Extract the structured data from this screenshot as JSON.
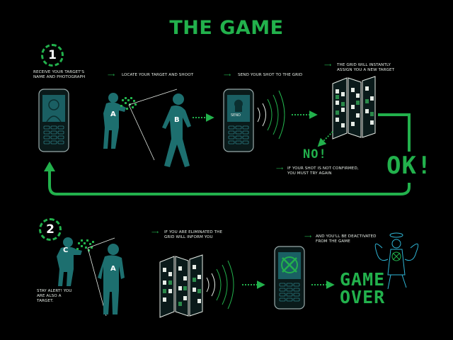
{
  "title": "THE GAME",
  "step1": {
    "number": "1",
    "receive_line1": "RECEIVE YOUR TARGET'S",
    "receive_line2": "NAME AND PHOTOGRAPH",
    "locate": "LOCATE YOUR TARGET AND SHOOT",
    "send": "SEND YOUR SHOT TO THE GRID",
    "grid_line1": "THE GRID WILL INSTANTLY",
    "grid_line2": "ASSIGN YOU A NEW TARGET",
    "not_confirmed_line1": "IF YOUR SHOT IS NOT CONFIRMED,",
    "not_confirmed_line2": "YOU MUST TRY AGAIN",
    "no": "NO!",
    "ok": "OK!",
    "player_a": "A",
    "player_b": "B",
    "send_key": "SEND"
  },
  "step2": {
    "number": "2",
    "stay_line1": "STAY ALERT! YOU",
    "stay_line2": "ARE ALSO A",
    "stay_line3": "TARGET.",
    "eliminated_line1": "IF YOU ARE ELIMINATED  THE",
    "eliminated_line2": "GRID WILL INFORM YOU",
    "deactivated_line1": "AND YOU'LL BE DEACTIVATED",
    "deactivated_line2": "FROM THE GAME",
    "game": "GAME",
    "over": "OVER",
    "player_c": "C",
    "player_a": "A"
  },
  "colors": {
    "green": "#22b14c",
    "teal": "#1d6f6f",
    "white": "#e6ece6",
    "grid_green": "#2a8a4a"
  }
}
